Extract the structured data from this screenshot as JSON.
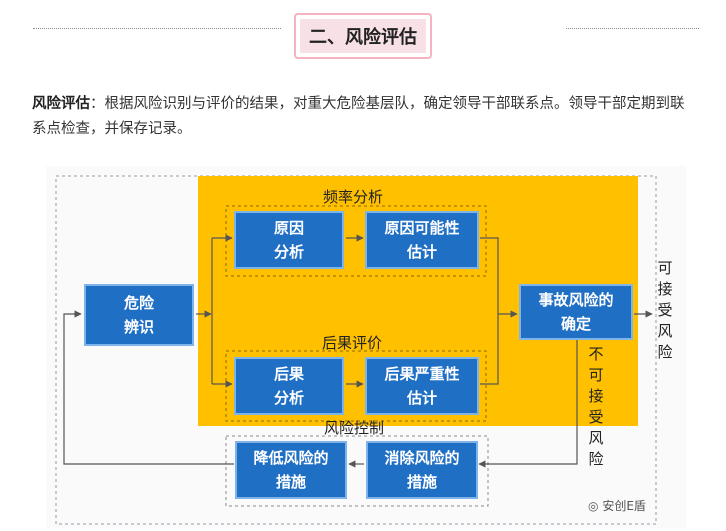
{
  "heading": {
    "title": "二、风险评估"
  },
  "intro": {
    "term": "风险评估",
    "text": "：根据风险识别与评价的结果，对重大危险基层队，确定领导干部联系点。领导干部定期到联系点检查，并保存记录。"
  },
  "diagram": {
    "groups": {
      "frequency": "频率分析",
      "consequence": "后果评价",
      "control": "风险控制"
    },
    "boxes": {
      "hazard": "危险\n辨识",
      "cause": "原因\n分析",
      "cause_prob": "原因可能性\n估计",
      "result": "后果\n分析",
      "severity": "后果严重性\n估计",
      "risk": "事故风险的\n确定",
      "reduce": "降低风险的\n措施",
      "eliminate": "消除风险的\n措施"
    },
    "labels": {
      "acceptable": "可接受风险",
      "unacceptable": "不可接受风险"
    },
    "colors": {
      "box": "#1f6fc5",
      "highlight": "#ffc000"
    }
  },
  "watermark": {
    "text": "安创E盾"
  }
}
